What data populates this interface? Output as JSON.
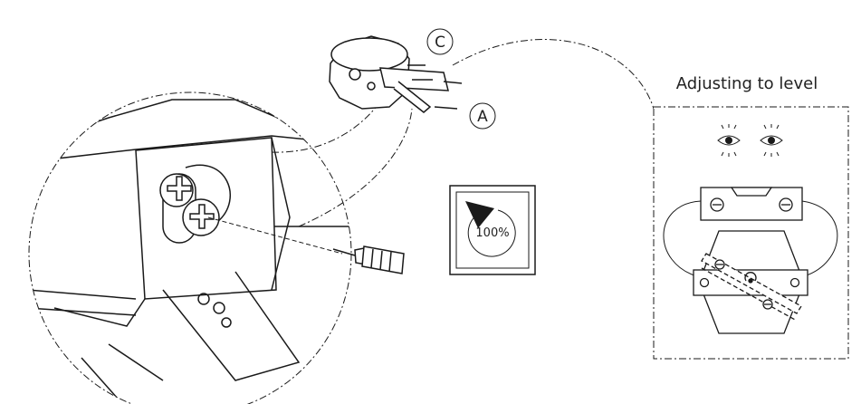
{
  "callouts": {
    "c": "C",
    "a": "A"
  },
  "panel": {
    "title": "Adjusting to level"
  },
  "torque_icon": {
    "value": "100%"
  },
  "colors": {
    "stroke": "#1a1a1a",
    "background": "#ffffff"
  },
  "icons": [
    "eye-icon",
    "eye-icon",
    "screwdriver-icon",
    "level-icon",
    "torque-icon"
  ]
}
